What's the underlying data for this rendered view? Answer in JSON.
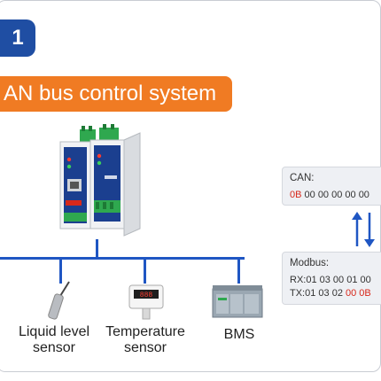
{
  "step_number": "1",
  "title": "AN bus control system",
  "devices": [
    {
      "id": "liquid",
      "label_line1": "Liquid level",
      "label_line2": "sensor",
      "icon": "probe-sensor-icon"
    },
    {
      "id": "temperature",
      "label_line1": "Temperature",
      "label_line2": "sensor",
      "icon": "temperature-sensor-icon"
    },
    {
      "id": "bms",
      "label_line1": "BMS",
      "label_line2": "",
      "icon": "plc-icon"
    }
  ],
  "can_panel": {
    "header": "CAN:",
    "line_highlight": "0B",
    "line_rest": " 00 00 00 00 00"
  },
  "modbus_panel": {
    "header": "Modbus:",
    "rx_text": "RX:01 03 00 01 00",
    "tx_prefix": "TX:01 03 02 ",
    "tx_highlight": "00 0B"
  },
  "colors": {
    "badge": "#1f4ea3",
    "banner": "#f07b23",
    "bus": "#1f56c3",
    "highlight": "#d7281b",
    "arrow": "#1f56c3"
  }
}
